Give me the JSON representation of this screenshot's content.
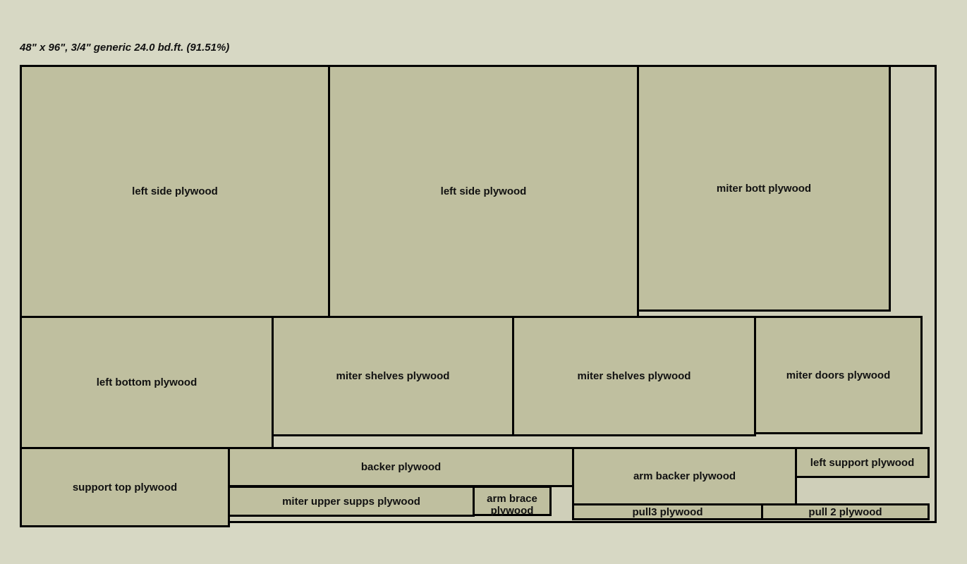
{
  "sheet": {
    "title": "48\" x 96\", 3/4\" generic 24.0 bd.ft. (91.51%)",
    "colors": {
      "background": "#d7d8c4",
      "sheet": "#cfcfb9",
      "piece": "#bfbf9f",
      "outline": "#000000"
    }
  },
  "pieces": {
    "left_side_1": "left side plywood",
    "left_side_2": "left side plywood",
    "miter_bott": "miter bott plywood",
    "left_bottom": "left bottom plywood",
    "miter_shelves_1": "miter shelves plywood",
    "miter_shelves_2": "miter shelves plywood",
    "miter_doors": "miter doors plywood",
    "support_top": "support top plywood",
    "backer": "backer plywood",
    "miter_upper_supps": "miter upper supps plywood",
    "arm_brace": "arm brace plywood",
    "arm_backer": "arm backer plywood",
    "left_support": "left support plywood",
    "pull3": "pull3 plywood",
    "pull2": "pull 2 plywood"
  }
}
